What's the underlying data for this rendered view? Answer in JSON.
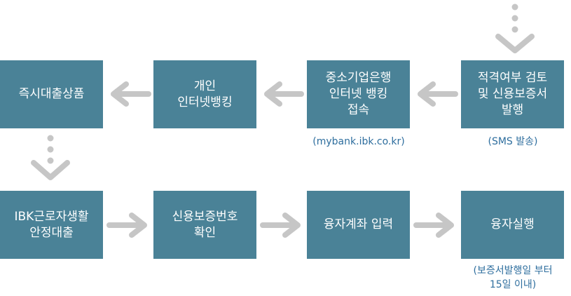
{
  "colors": {
    "box": "#4a8297",
    "box_text": "#ffffff",
    "arrow": "#c6c6c6",
    "note": "#2e6e9e"
  },
  "flow": {
    "row1": {
      "step1": "적격여부 검토\n및 신용보증서\n발행",
      "step2": "중소기업은행\n인터넷 뱅킹\n접속",
      "step3": "개인\n인터넷뱅킹",
      "step4": "즉시대출상품"
    },
    "row2": {
      "step5": "IBK근로자생활\n안정대출",
      "step6": "신용보증번호\n확인",
      "step7": "융자계좌 입력",
      "step8": "융자실행"
    }
  },
  "notes": {
    "sms": "(SMS 발송)",
    "url": "(mybank.ibk.co.kr)",
    "period": "(보증서발행일 부터\n15일 이내)"
  }
}
